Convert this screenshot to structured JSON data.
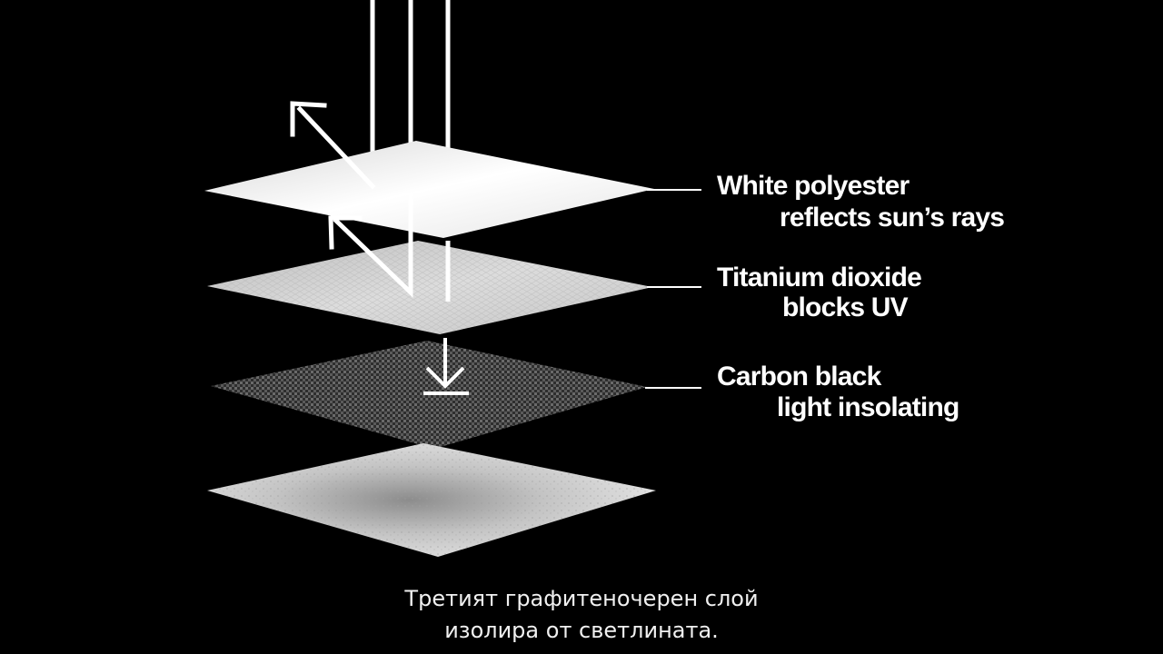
{
  "layers": [
    {
      "line1": "White polyester",
      "line2": "reflects sun’s rays"
    },
    {
      "line1": "Titanium dioxide",
      "line2": "blocks UV"
    },
    {
      "line1": "Carbon black",
      "line2": "light insolating"
    }
  ],
  "subtitle": {
    "line1": "Третият графитеночерен слой",
    "line2": "изолира от светлината."
  },
  "colors": {
    "background": "#000000",
    "foreground": "#ffffff"
  }
}
